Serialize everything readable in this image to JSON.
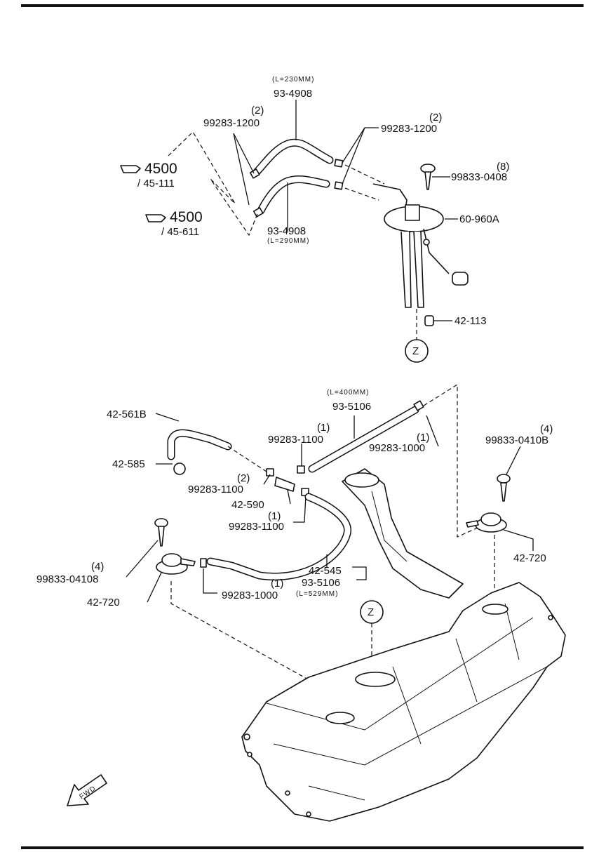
{
  "labels": {
    "hose_upper_len": "(L=230MM)",
    "hose_upper_part": "93-4908",
    "clamp_left_qty": "(2)",
    "clamp_left_part": "99283-1200",
    "clamp_right_qty": "(2)",
    "clamp_right_part": "99283-1200",
    "ref1_num": "4500",
    "ref1_sub": "/ 45-111",
    "ref2_num": "4500",
    "ref2_sub": "/ 45-611",
    "hose_lower_part": "93-4908",
    "hose_lower_len": "(L=290MM)",
    "screw_top_qty": "(8)",
    "screw_top_part": "99833-0408",
    "gauge_part": "60-960A",
    "cap_part": "42-113",
    "marker_z": "Z",
    "hose_long_len": "(L=400MM)",
    "hose_long_part": "93-5106",
    "valve_hose_part": "42-561B",
    "clamp_a_qty": "(1)",
    "clamp_a_part": "99283-1100",
    "clamp_b_qty": "(1)",
    "clamp_b_part": "99283-1000",
    "screw_right_qty": "(4)",
    "screw_right_part": "99833-0410B",
    "grommet_part": "42-585",
    "clamp_c_qty": "(2)",
    "clamp_c_part": "99283-1100",
    "joint_part": "42-590",
    "clamp_d_qty": "(1)",
    "clamp_d_part": "99283-1100",
    "valve_right_part": "42-720",
    "screw_left_qty": "(4)",
    "screw_left_part": "99833-04108",
    "hose_bent_part": "42-545",
    "hose_bent_alt": "93-5106",
    "hose_bent_len": "(L=529MM)",
    "clamp_e_qty": "(1)",
    "clamp_e_part": "99283-1000",
    "valve_left_part": "42-720",
    "fwd": "FWD"
  }
}
